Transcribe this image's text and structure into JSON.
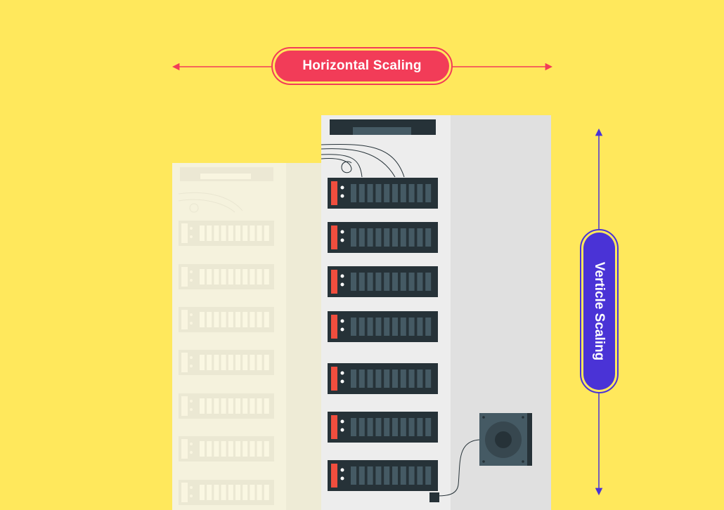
{
  "labels": {
    "horizontal": "Horizontal Scaling",
    "vertical": "Verticle Scaling"
  },
  "colors": {
    "background": "#FFE85C",
    "horizontal_accent": "#F23C58",
    "vertical_accent": "#4A33D6",
    "tower": "#EDEDED",
    "tower_shadow": "#E0E0E0",
    "ghost_tower": "#F4F4F4",
    "drive_bay": "#263238",
    "drive_slot": "#455A64",
    "led": "#F04E3E"
  },
  "icons": {
    "horizontal_arrow": "double-arrow-horizontal-icon",
    "vertical_arrow": "double-arrow-vertical-icon",
    "fan": "fan-icon"
  },
  "server": {
    "main_tower_units": 7,
    "ghost_tower_units": 7
  }
}
